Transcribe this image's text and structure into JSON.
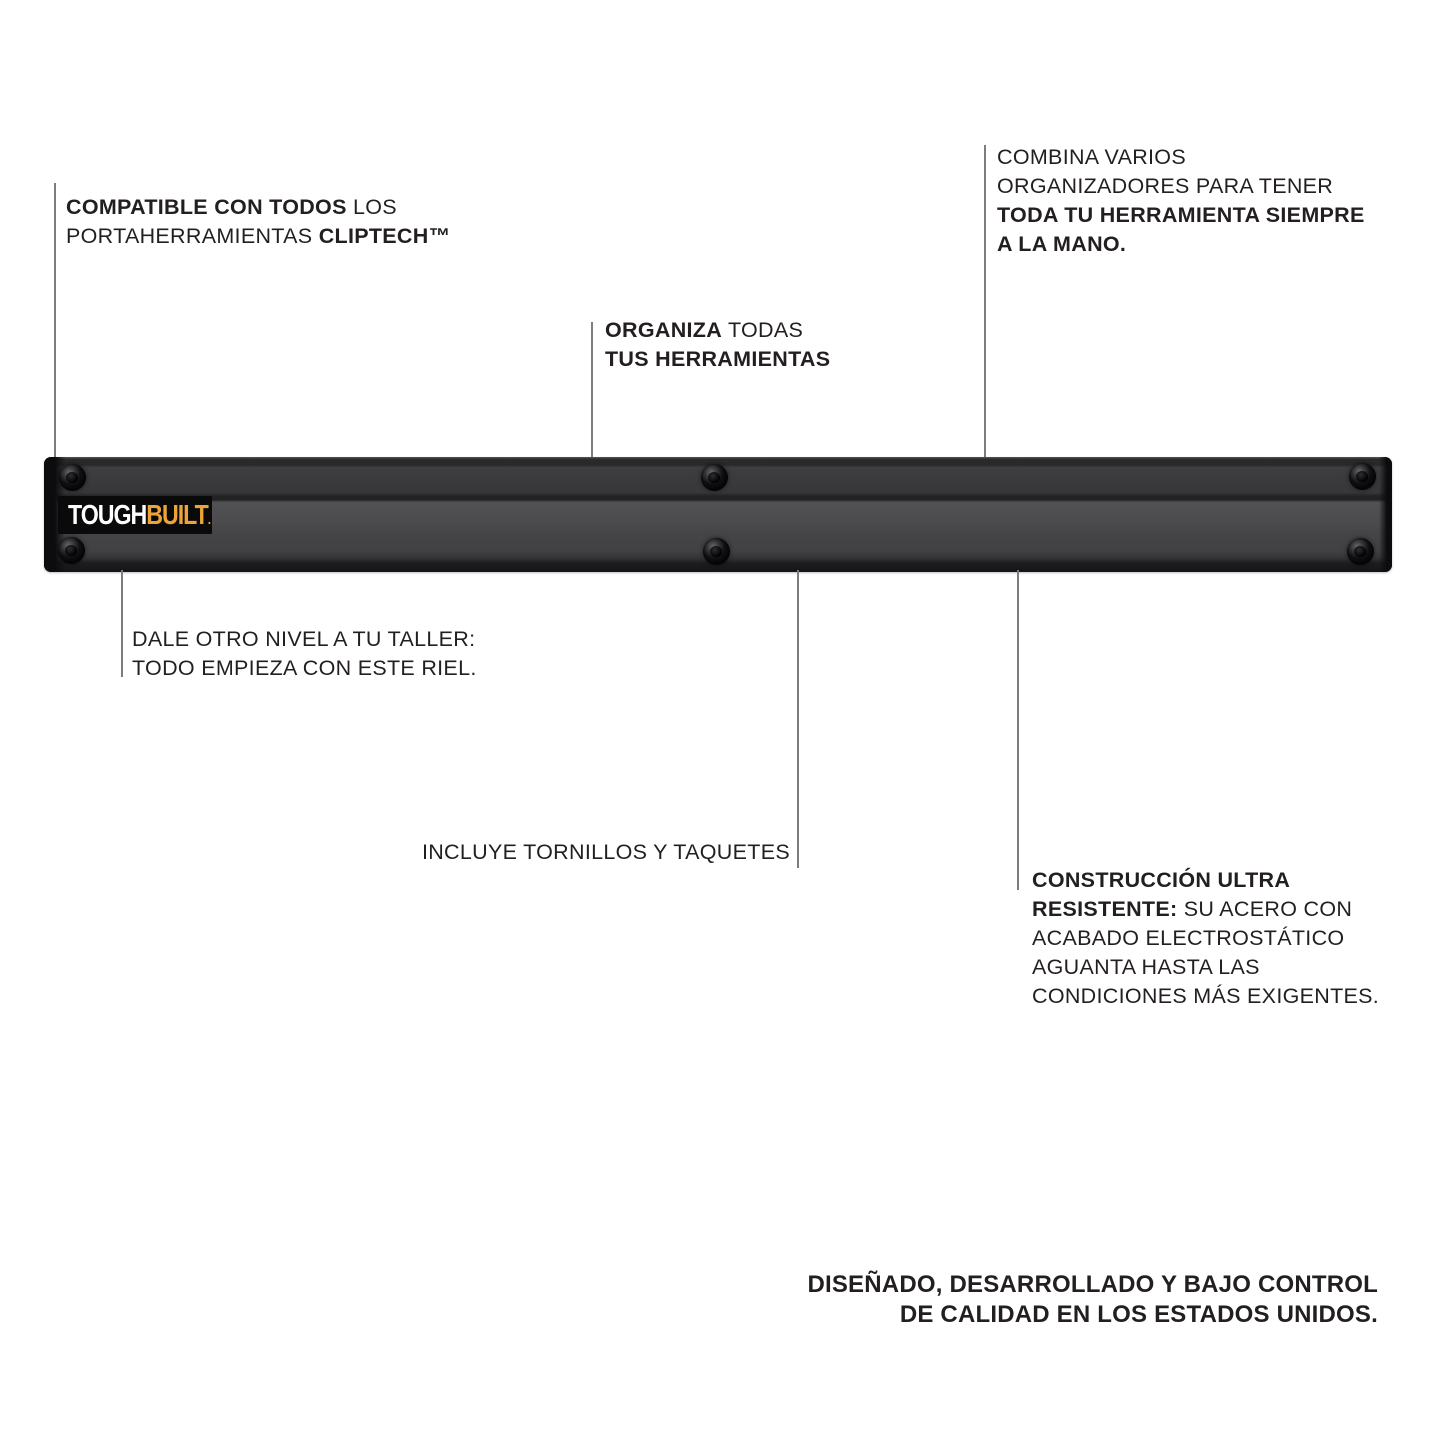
{
  "page": {
    "background": "#ffffff"
  },
  "colors": {
    "text": "#231f20",
    "leader_line": "#7d7d7d",
    "brand_orange": "#eca438",
    "brand_white": "#ffffff",
    "label_background": "#0a0a0a",
    "rail_face": "#4b4b4d",
    "rail_edge": "#151517"
  },
  "brand": {
    "name_part1": "TOUGH",
    "name_part2": "BUILT",
    "dot": "."
  },
  "callouts": {
    "compatible": {
      "line1_bold": "COMPATIBLE CON TODOS",
      "line1_regular": " LOS",
      "line2_regular": "PORTAHERRAMIENTAS ",
      "line2_bold": "CLIPTECH™"
    },
    "organiza": {
      "line1_bold": "ORGANIZA",
      "line1_regular": " TODAS",
      "line2_bold": "TUS HERRAMIENTAS"
    },
    "combina": {
      "line1": "COMBINA VARIOS",
      "line2": "ORGANIZADORES PARA TENER",
      "line3_bold": "TODA TU HERRAMIENTA SIEMPRE",
      "line4_bold": "A LA MANO."
    },
    "dale": {
      "line1": "DALE OTRO NIVEL A TU TALLER:",
      "line2": "TODO EMPIEZA CON ESTE RIEL."
    },
    "incluye": {
      "line1": "INCLUYE TORNILLOS Y TAQUETES"
    },
    "construccion": {
      "line1_bold": "CONSTRUCCIÓN ULTRA",
      "line2_bold": "RESISTENTE:",
      "line2_regular": " SU ACERO CON",
      "line3": "ACABADO ELECTROSTÁTICO",
      "line4": "AGUANTA HASTA LAS",
      "line5": "CONDICIONES MÁS EXIGENTES."
    }
  },
  "footer": {
    "line1": "DISEÑADO, DESARROLLADO Y BAJO CONTROL",
    "line2": "DE CALIDAD EN LOS ESTADOS UNIDOS."
  }
}
